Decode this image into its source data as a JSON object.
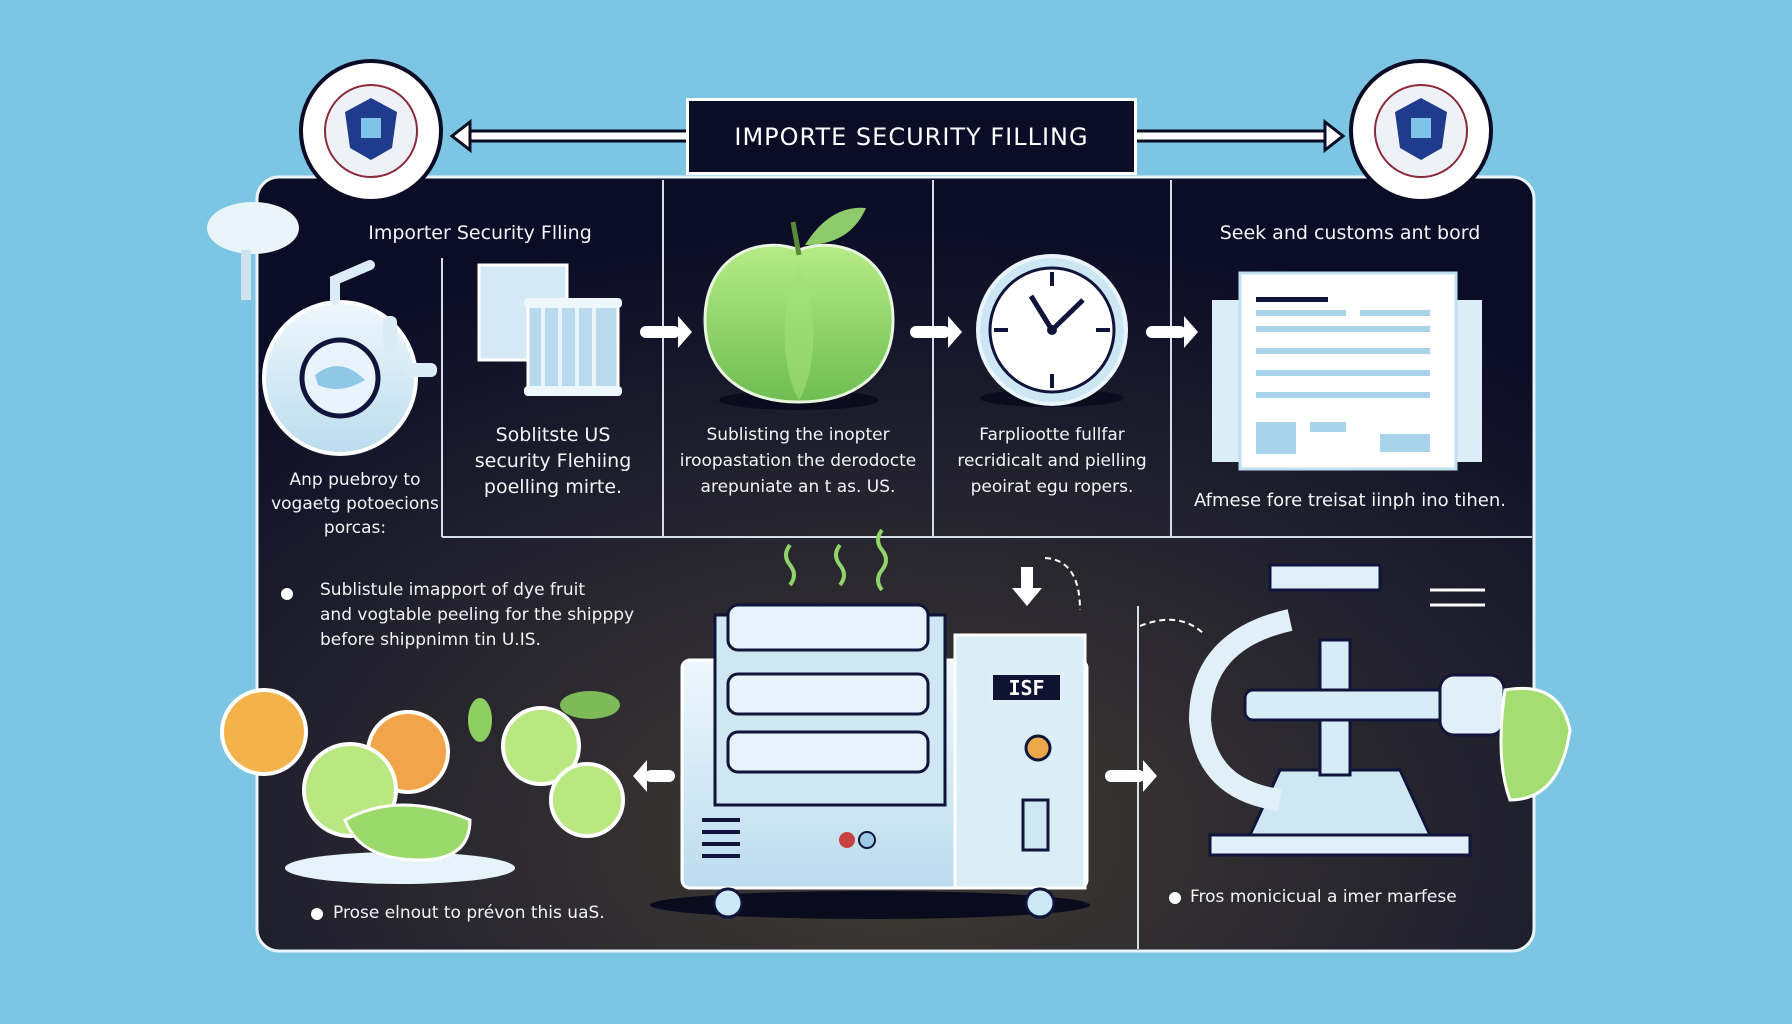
{
  "title": "IMPORTE SECURITY FILLING",
  "colors": {
    "background": "#7cc5e3",
    "panel_top": "#0c0d28",
    "panel_bottom": "#3a3830",
    "accent_green": "#9ad96a",
    "icon_blue": "#cfe8f5"
  },
  "steps": [
    {
      "heading": "Importer Security Flling",
      "text": [
        "Anp puebroy to",
        "vogaetg potoecions",
        "porcas:"
      ],
      "icon": "peeler-machine-icon"
    },
    {
      "text": [
        "Soblitste US",
        "security Flehiing",
        "poelling mirte."
      ],
      "icon": "containers-icon"
    },
    {
      "text": [
        "Sublisting the inopter",
        "iroopastation the derodocte",
        "arepuniate an t as. US."
      ],
      "icon": "green-apple-icon"
    },
    {
      "text": [
        "Farpliootte fullfar",
        "recridicalt and pielling",
        "peoirat egu ropers."
      ],
      "icon": "clock-icon"
    },
    {
      "heading": "Seek and customs ant bord",
      "text": [
        "Afmese fore treisat iinph ino tihen."
      ],
      "icon": "document-icon"
    }
  ],
  "bullets": {
    "main": [
      "Sublistule imapport of dye fruit",
      "and vogtable peeling for the shipppy",
      "before shippnimn tin U.IS."
    ],
    "bottom_left": "Prose elnout to prévon this  uaS.",
    "bottom_right": "Fros monicicual a imer marfese"
  },
  "machine_label": "ISF"
}
